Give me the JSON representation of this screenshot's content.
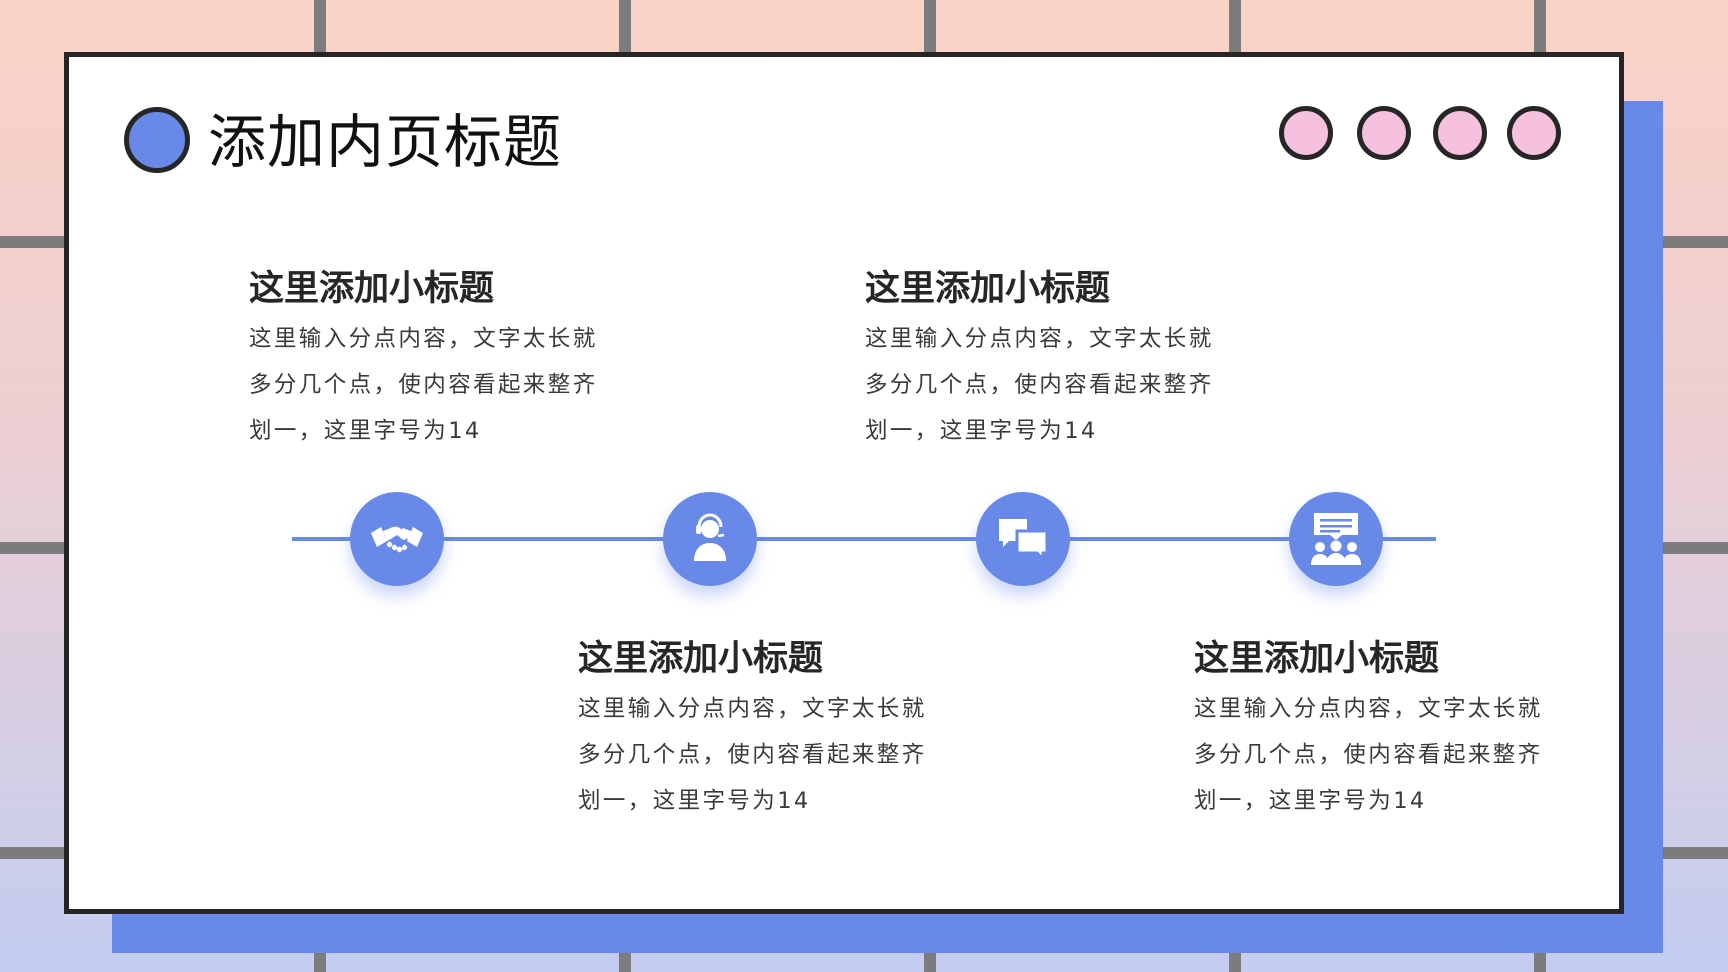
{
  "header": {
    "title": "添加内页标题"
  },
  "sections": [
    {
      "title": "这里添加小标题",
      "lines": [
        "这里输入分点内容，文字太长就",
        "多分几个点，使内容看起来整齐",
        "划一，这里字号为14"
      ],
      "icon": "handshake-icon"
    },
    {
      "title": "这里添加小标题",
      "lines": [
        "这里输入分点内容，文字太长就",
        "多分几个点，使内容看起来整齐",
        "划一，这里字号为14"
      ],
      "icon": "customer-service-icon"
    },
    {
      "title": "这里添加小标题",
      "lines": [
        "这里输入分点内容，文字太长就",
        "多分几个点，使内容看起来整齐",
        "划一，这里字号为14"
      ],
      "icon": "chat-bubbles-icon"
    },
    {
      "title": "这里添加小标题",
      "lines": [
        "这里输入分点内容，文字太长就",
        "多分几个点，使内容看起来整齐",
        "划一，这里字号为14"
      ],
      "icon": "team-presentation-icon"
    }
  ],
  "colors": {
    "accent": "#6889e8",
    "pink": "#f6c1df",
    "border": "#262626",
    "grid": "#7c7c7e"
  }
}
